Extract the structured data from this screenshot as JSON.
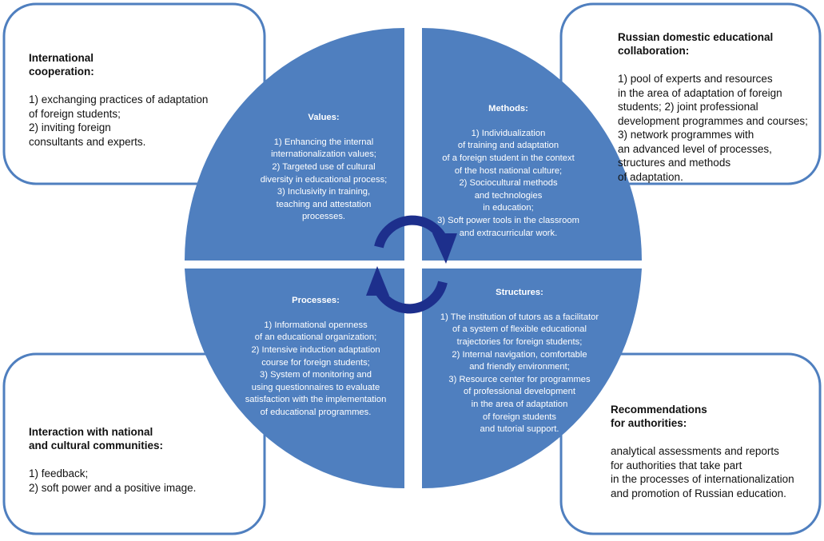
{
  "colors": {
    "quadrant_fill": "#4f7fbf",
    "box_border": "#4f7fbf",
    "cycle_arrow": "#1d2f8c",
    "quadrant_text": "#ffffff",
    "box_text": "#111111"
  },
  "corners": {
    "top_left": {
      "title": "International\ncooperation:",
      "body": "1) exchanging practices of adaptation\nof foreign students;\n2) inviting foreign\nconsultants and experts."
    },
    "top_right": {
      "title": "Russian domestic educational\ncollaboration:",
      "body": "1) pool of experts and resources\nin the area of adaptation of foreign\nstudents; 2) joint professional\ndevelopment programmes and courses;\n3) network programmes with\nan advanced level of processes,\nstructures and methods\nof adaptation."
    },
    "bottom_left": {
      "title": "Interaction with national\nand cultural communities:",
      "body": "1) feedback;\n2) soft power and a positive image."
    },
    "bottom_right": {
      "title": "Recommendations\nfor authorities:",
      "body": "analytical assessments and reports\nfor authorities that take part\nin the processes of internationalization\nand promotion of Russian education."
    }
  },
  "quadrants": {
    "values": {
      "title": "Values:",
      "body": "1) Enhancing the internal\ninternationalization values;\n2) Targeted use of cultural\ndiversity in educational process;\n3) Inclusivity in training,\nteaching and attestation\nprocesses."
    },
    "methods": {
      "title": "Methods:",
      "body": "1) Individualization\nof training and adaptation\nof a foreign student in the context\nof the host national culture;\n2) Sociocultural methods\nand technologies\nin education;\n3) Soft power tools in the classroom\nand extracurricular work."
    },
    "processes": {
      "title": "Processes:",
      "body": "1) Informational openness\nof an educational organization;\n2) Intensive induction adaptation\ncourse for foreign students;\n3)  System of monitoring and\nusing questionnaires to evaluate\nsatisfaction with the implementation\nof educational programmes."
    },
    "structures": {
      "title": "Structures:",
      "body": "1) The institution of tutors as a facilitator\nof a system of flexible educational\ntrajectories for foreign students;\n2)  Internal navigation, comfortable\nand friendly environment;\n3) Resource center for programmes\nof professional development\nin the area of adaptation\nof foreign students\nand tutorial support."
    }
  }
}
